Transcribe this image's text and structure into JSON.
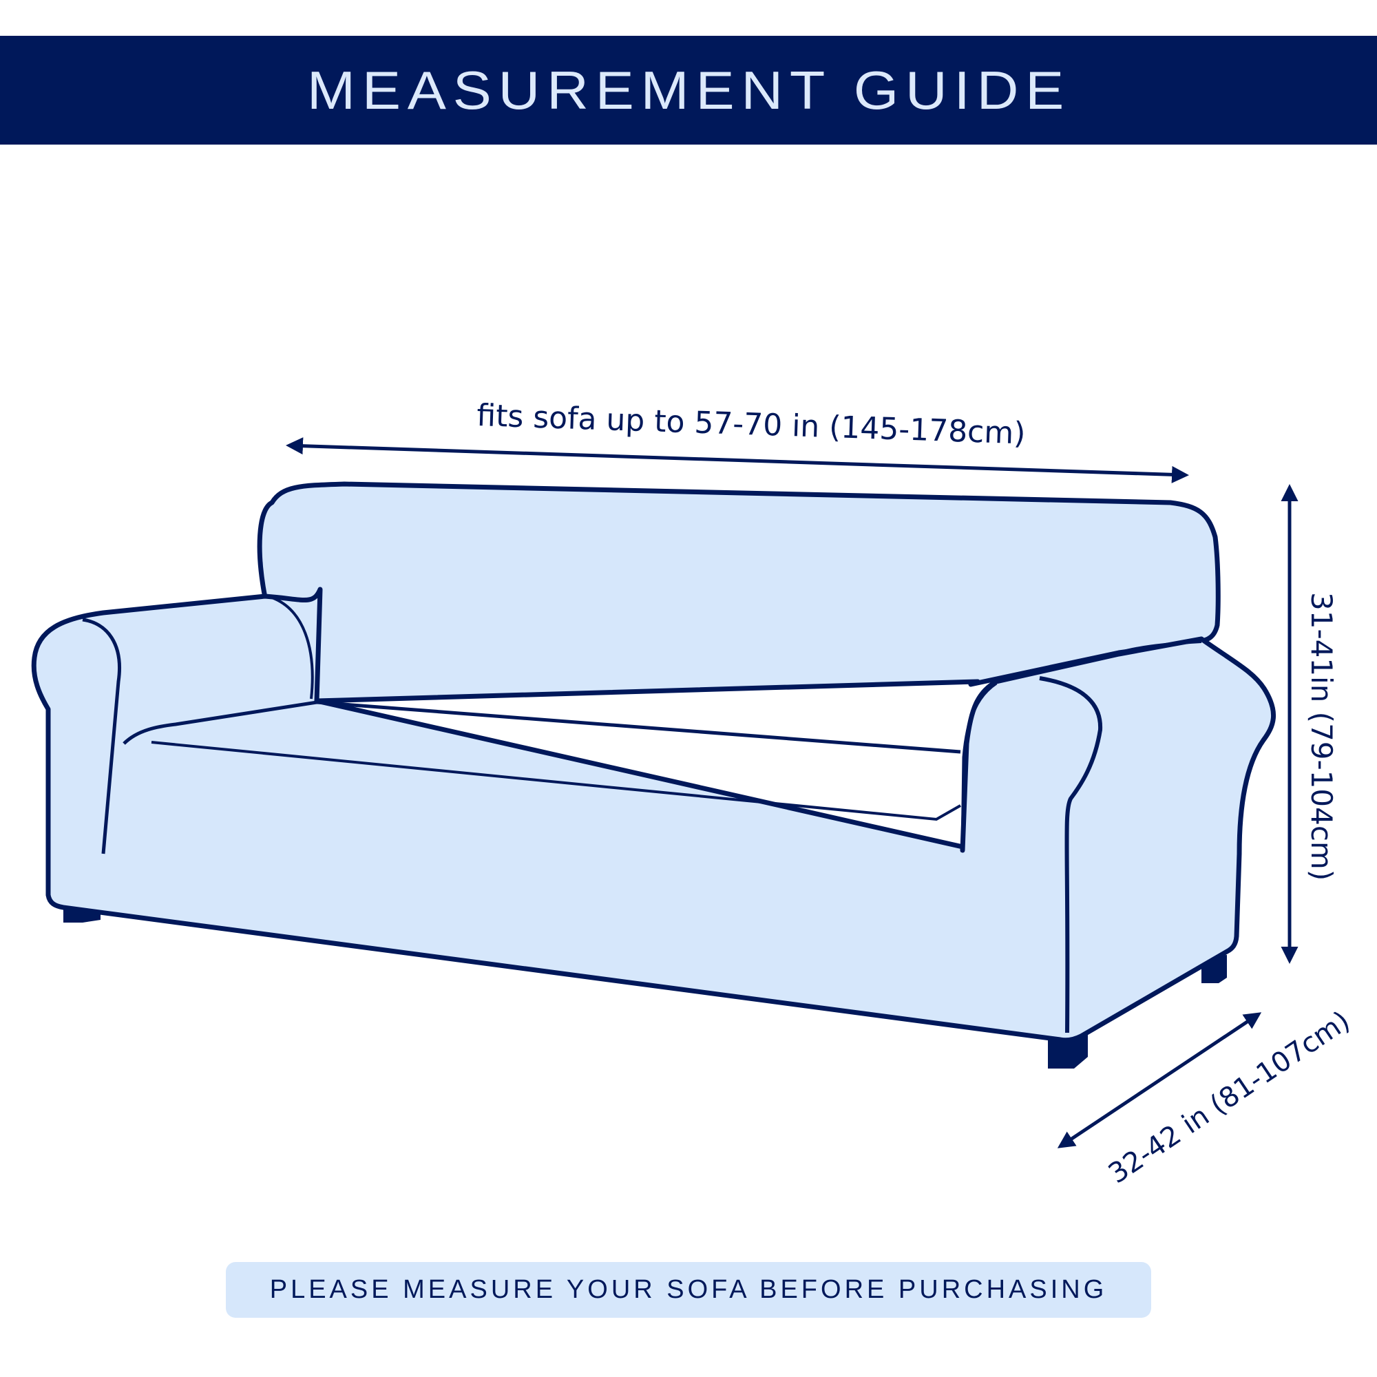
{
  "header": {
    "title": "MEASUREMENT GUIDE"
  },
  "dimensions": {
    "width_label": "fits sofa up to 57-70 in (145-178cm)",
    "height_label": "31-41in (79-104cm)",
    "depth_label": "32-42 in (81-107cm)"
  },
  "footer": {
    "note": "PLEASE MEASURE YOUR SOFA BEFORE PURCHASING"
  },
  "colors": {
    "navy": "#00185a",
    "sofa_fill": "#d6e7fb",
    "header_text": "#dce9fb",
    "background": "#ffffff"
  },
  "illustration": {
    "subject": "three-seat sofa with rolled arms",
    "icons": [
      "sofa-icon",
      "width-arrow-icon",
      "height-arrow-icon",
      "depth-arrow-icon"
    ]
  }
}
